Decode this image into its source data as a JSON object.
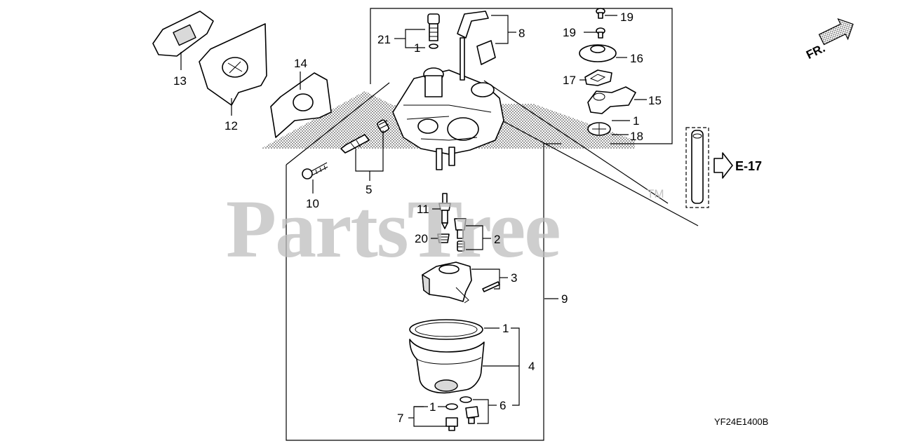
{
  "watermark": {
    "text": "PartsTree",
    "trademark": "TM"
  },
  "diagram_code": "YF24E1400B",
  "direction_label": "FR.",
  "reference_label": "E-17",
  "callouts": {
    "c13": "13",
    "c12": "12",
    "c14": "14",
    "c10": "10",
    "c5": "5",
    "c21": "21",
    "c1_top": "1",
    "c8": "8",
    "c19_top": "19",
    "c19_mid": "19",
    "c16": "16",
    "c17": "17",
    "c15": "15",
    "c1_right": "1",
    "c18": "18",
    "c11": "11",
    "c20": "20",
    "c2": "2",
    "c3": "3",
    "c9": "9",
    "c1_bowl": "1",
    "c4": "4",
    "c6": "6",
    "c1_bottom": "1",
    "c7": "7"
  },
  "colors": {
    "ink": "#000000",
    "watermark": "#bdbdbd",
    "background": "#ffffff"
  }
}
